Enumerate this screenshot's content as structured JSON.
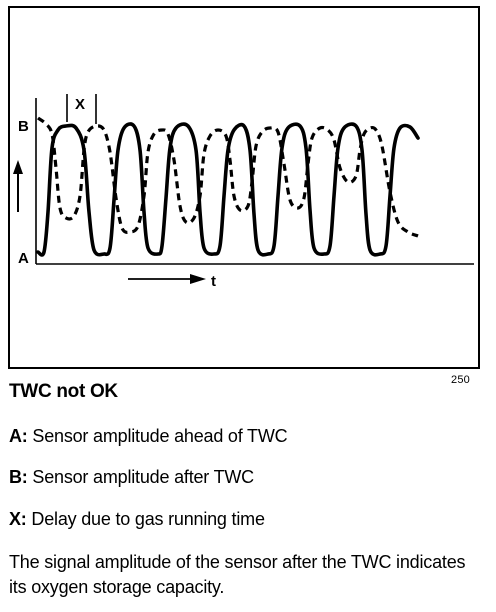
{
  "figure": {
    "number": "250",
    "labels": {
      "upper_level": "B",
      "lower_level": "A",
      "delay_marker": "X",
      "time_axis": "t"
    }
  },
  "caption": {
    "title": "TWC not OK",
    "legend": [
      {
        "key": "A:",
        "text": " Sensor amplitude ahead of TWC"
      },
      {
        "key": "B:",
        "text": " Sensor amplitude after TWC"
      },
      {
        "key": "X:",
        "text": " Delay due to gas running time"
      }
    ],
    "description": "The signal amplitude of the sensor after the TWC indicates its oxygen storage capacity."
  },
  "style": {
    "line_color": "#000000",
    "background": "#ffffff"
  }
}
